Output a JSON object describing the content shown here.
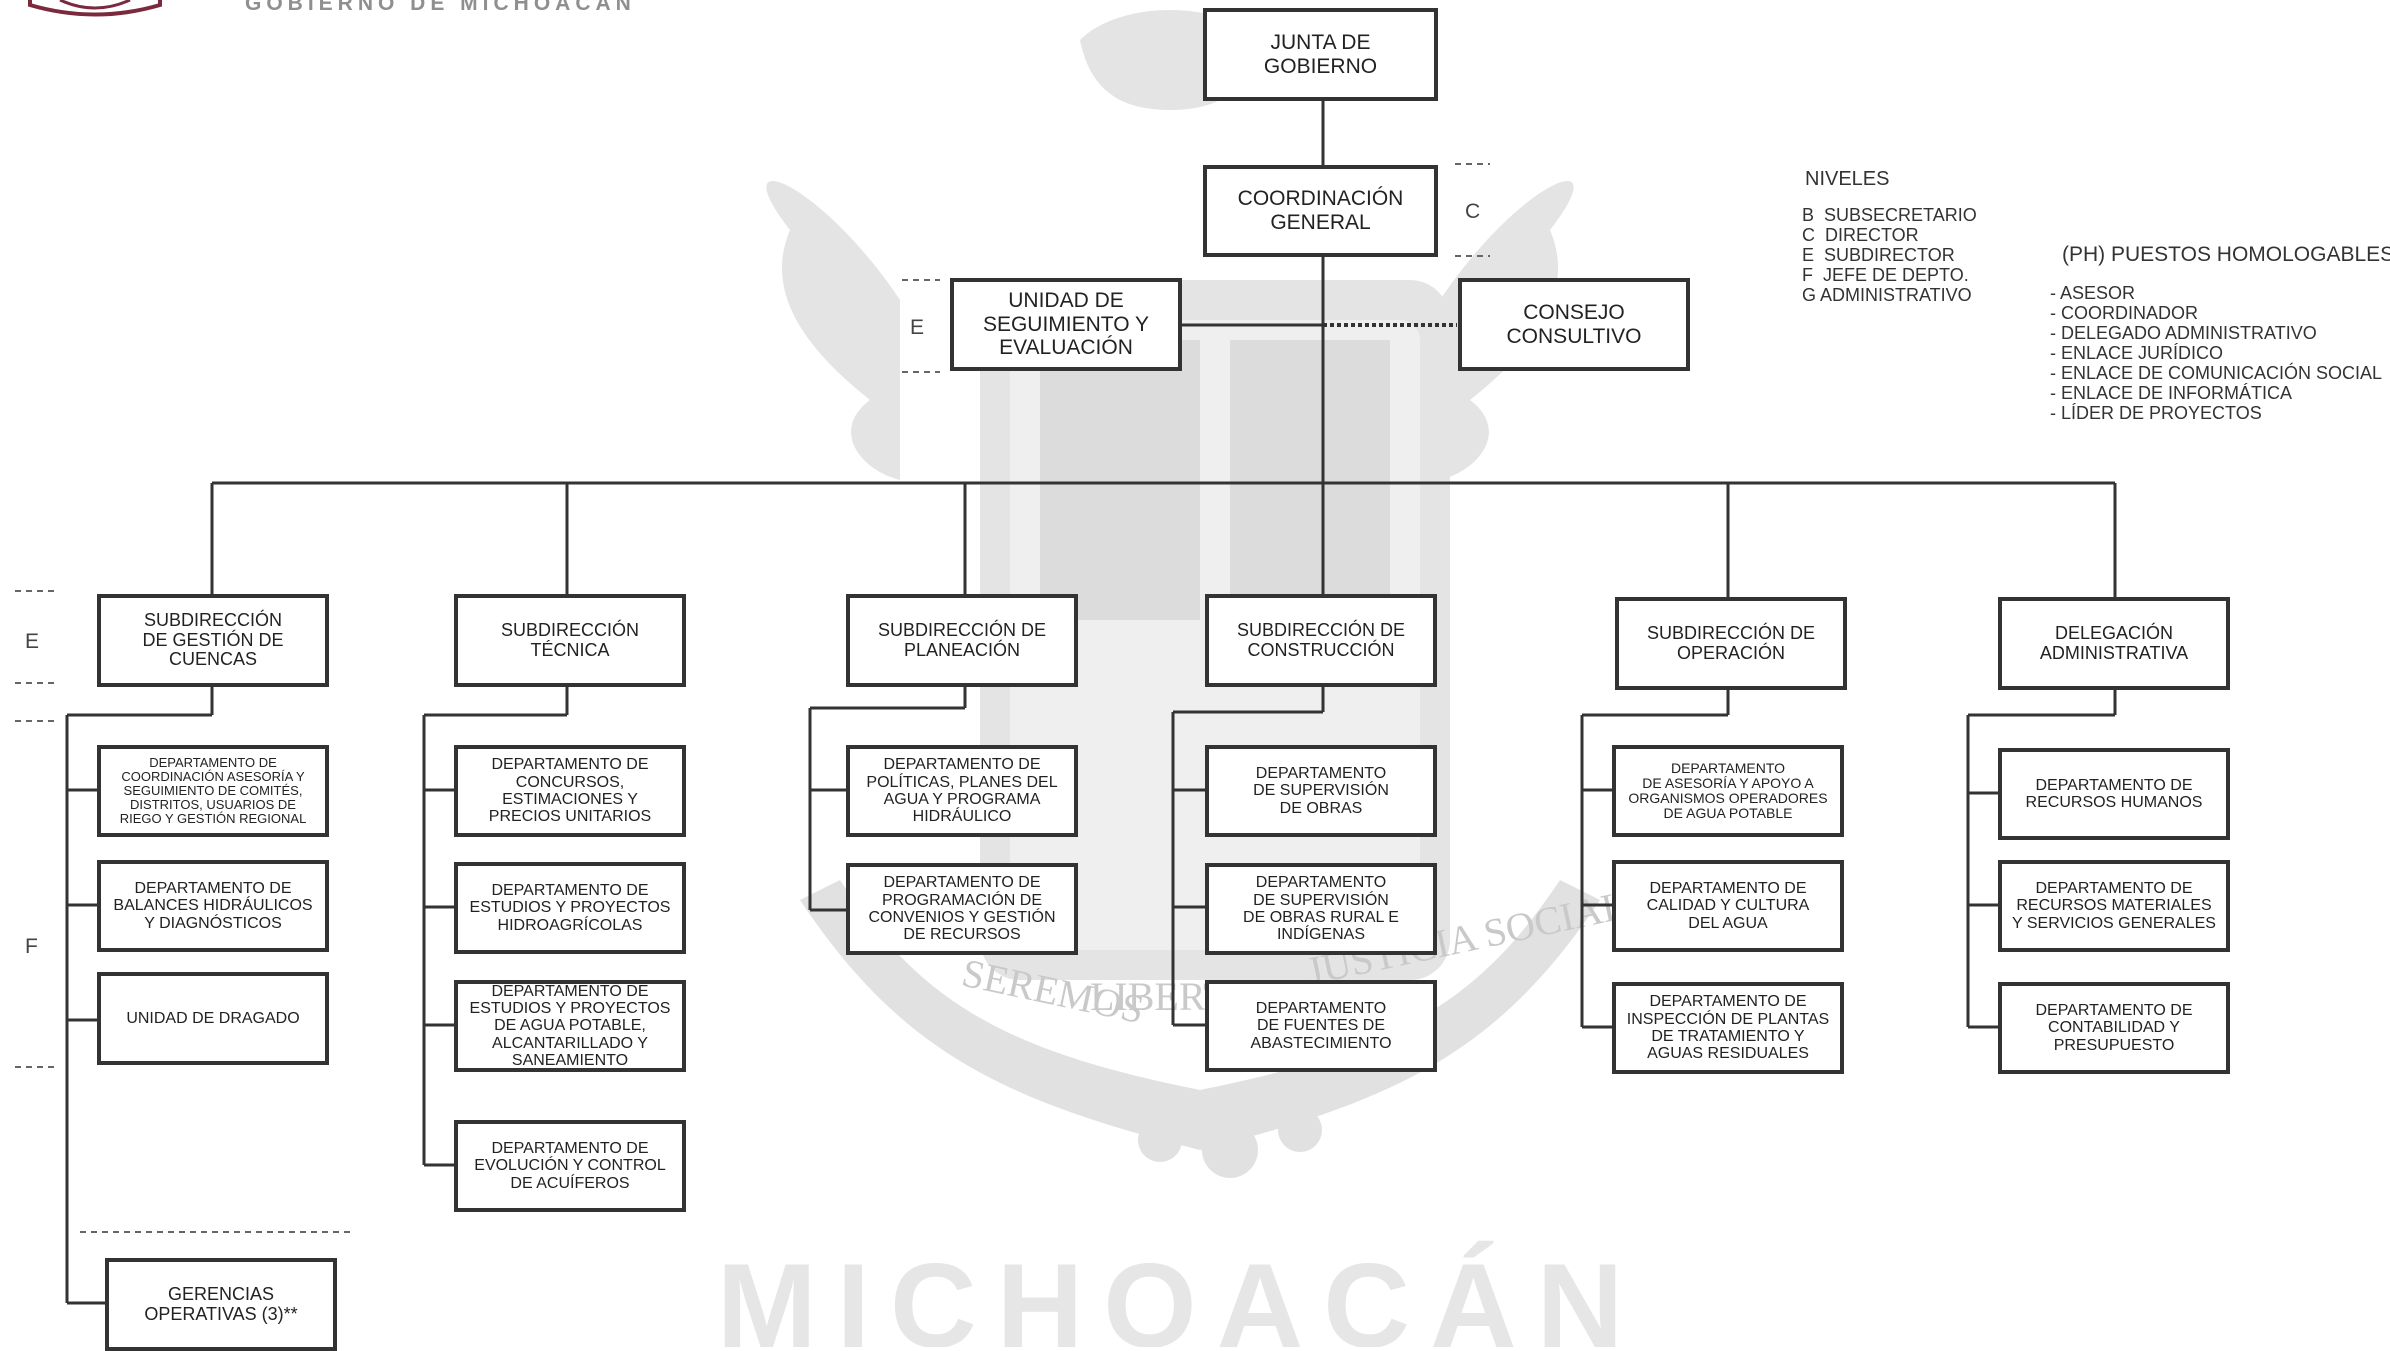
{
  "header": {
    "government_name": "GOBIERNO DE MICHOACÁN"
  },
  "chart": {
    "junta": "JUNTA DE\nGOBIERNO",
    "coordinacion": "COORDINACIÓN\nGENERAL",
    "unidad": "UNIDAD DE\nSEGUIMIENTO Y\nEVALUACIÓN",
    "consejo": "CONSEJO\nCONSULTIVO",
    "subdirecciones": [
      "SUBDIRECCIÓN\nDE GESTIÓN DE\nCUENCAS",
      "SUBDIRECCIÓN\nTÉCNICA",
      "SUBDIRECCIÓN DE\nPLANEACIÓN",
      "SUBDIRECCIÓN DE\nCONSTRUCCIÓN",
      "SUBDIRECCIÓN DE\nOPERACIÓN",
      "DELEGACIÓN\nADMINISTRATIVA"
    ],
    "col1": [
      "DEPARTAMENTO DE\nCOORDINACIÓN ASESORÍA Y\nSEGUIMIENTO DE COMITÉS,\nDISTRITOS, USUARIOS DE\nRIEGO Y GESTIÓN REGIONAL",
      "DEPARTAMENTO DE\nBALANCES HIDRÁULICOS\nY DIAGNÓSTICOS",
      "UNIDAD DE DRAGADO"
    ],
    "gerencias": "GERENCIAS\nOPERATIVAS (3)**",
    "col2": [
      "DEPARTAMENTO DE\nCONCURSOS,\nESTIMACIONES Y\nPRECIOS UNITARIOS",
      "DEPARTAMENTO DE\nESTUDIOS Y PROYECTOS\nHIDROAGRÍCOLAS",
      "DEPARTAMENTO DE\nESTUDIOS Y PROYECTOS\nDE AGUA POTABLE,\nALCANTARILLADO Y\nSANEAMIENTO",
      "DEPARTAMENTO DE\nEVOLUCIÓN Y CONTROL\nDE ACUÍFEROS"
    ],
    "col3": [
      "DEPARTAMENTO DE\nPOLÍTICAS, PLANES DEL\nAGUA Y PROGRAMA\nHIDRÁULICO",
      "DEPARTAMENTO DE\nPROGRAMACIÓN DE\nCONVENIOS Y GESTIÓN\nDE RECURSOS"
    ],
    "col4": [
      "DEPARTAMENTO\nDE SUPERVISIÓN\nDE OBRAS",
      "DEPARTAMENTO\nDE SUPERVISIÓN\nDE OBRAS RURAL E\nINDÍGENAS",
      "DEPARTAMENTO\nDE FUENTES DE\nABASTECIMIENTO"
    ],
    "col5": [
      "DEPARTAMENTO\nDE ASESORÍA Y APOYO A\nORGANISMOS OPERADORES\nDE AGUA POTABLE",
      "DEPARTAMENTO DE\nCALIDAD Y CULTURA\nDEL AGUA",
      "DEPARTAMENTO DE\nINSPECCIÓN DE PLANTAS\nDE TRATAMIENTO Y\nAGUAS RESIDUALES"
    ],
    "col6": [
      "DEPARTAMENTO DE\nRECURSOS HUMANOS",
      "DEPARTAMENTO DE\nRECURSOS MATERIALES\nY SERVICIOS GENERALES",
      "DEPARTAMENTO DE\nCONTABILIDAD Y\nPRESUPUESTO"
    ]
  },
  "level_marks": {
    "coordinacion": "C",
    "unidad": "E",
    "subdirecciones": "E",
    "departamentos": "F"
  },
  "legend": {
    "niveles_title": "NIVELES",
    "niveles": [
      "B  SUBSECRETARIO",
      "C  DIRECTOR",
      "E  SUBDIRECTOR",
      "F  JEFE DE DEPTO.",
      "G ADMINISTRATIVO"
    ],
    "ph_title": "(PH) PUESTOS HOMOLOGABLES",
    "ph_items": [
      "- ASESOR",
      "- COORDINADOR",
      "- DELEGADO ADMINISTRATIVO",
      "- ENLACE JURÍDICO",
      "- ENLACE DE COMUNICACIÓN SOCIAL",
      "- ENLACE DE INFORMÁTICA",
      "- LÍDER DE PROYECTOS"
    ]
  },
  "watermark": {
    "ribbon_words": [
      "SEREMOS",
      "LIBERTAD",
      "JUSTICIA SOCIAL"
    ],
    "bottom_word": "MICHOACÁN"
  },
  "colors": {
    "line": "#333333",
    "watermark": "#e3e3e3",
    "brand": "#7a2a3c"
  }
}
